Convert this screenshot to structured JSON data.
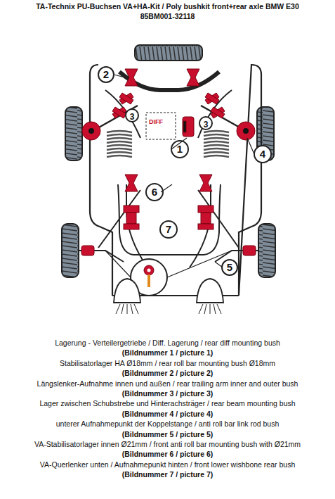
{
  "diagram": {
    "title": "TA-Technix PU-Buchsen VA+HA-Kit / Poly bushkit front+rear axle BMW E30",
    "labels": [
      "85BM001-32118",
      "2",
      "3",
      "3",
      "1",
      "DIFF",
      "4",
      "6",
      "7",
      "5",
      "Lagerung - Verteilergetriebe / Diff. Lagerung / rear diff mounting bush",
      "(Bildnummer 1 / picture 1)",
      "Stabilisatorlager HA Ø18mm / rear roll bar mounting bush Ø18mm",
      "(Bildnummer 2 / picture 2)",
      "Längslenker-Aufnahme innen und außen / rear trailing arm inner and outer bush",
      "(Bildnummer 3 / picture 3)",
      "Lager zwischen Schubstrebe und Hinterachsträger / rear beam mounting bush",
      "(Bildnummer 4 / picture 4)",
      "unterer Aufnahmepunkt der Koppelstange / anti roll bar link rod bush",
      "(Bildnummer 5 / picture 5)",
      "VA-Stabilisatorlager innen Ø21mm / front anti roll bar mounting bush with Ø21mm",
      "(Bildnummer 6 / picture 6)",
      "VA-Querlenker unten / Aufnahmepunkt hinten / front lower wishbone rear bush",
      "(Bildnummer 7 / picture 7)"
    ]
  }
}
